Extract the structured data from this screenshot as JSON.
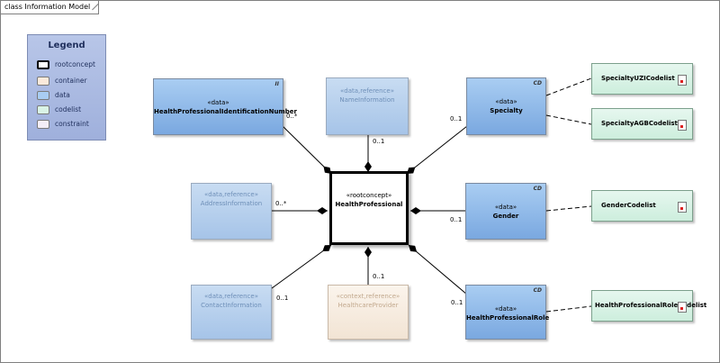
{
  "frame": {
    "title": "class Information Model"
  },
  "legend": {
    "title": "Legend",
    "items": [
      {
        "label": "rootconcept",
        "color": "#ffffff",
        "bold": true
      },
      {
        "label": "container",
        "color": "#fbeadb"
      },
      {
        "label": "data",
        "color": "#a9cdf2"
      },
      {
        "label": "codelist",
        "color": "#d9f3e6"
      },
      {
        "label": "constraint",
        "color": "#f3eef8"
      }
    ]
  },
  "nodes": {
    "root": {
      "stereotype": "«rootconcept»",
      "name": "HealthProfessional"
    },
    "identification": {
      "stereotype": "«data»",
      "name": "HealthProfessionalIdentificationNumber",
      "corner": "II"
    },
    "name_info": {
      "stereotype": "«data,reference»",
      "name": "NameInformation"
    },
    "specialty": {
      "stereotype": "«data»",
      "name": "Specialty",
      "corner": "CD"
    },
    "address": {
      "stereotype": "«data,reference»",
      "name": "AddressInformation"
    },
    "gender": {
      "stereotype": "«data»",
      "name": "Gender",
      "corner": "CD"
    },
    "contact": {
      "stereotype": "«data,reference»",
      "name": "ContactInformation"
    },
    "provider": {
      "stereotype": "«context,reference»",
      "name": "HealthcareProvider"
    },
    "role": {
      "stereotype": "«data»",
      "name": "HealthProfessionalRole",
      "corner": "CD"
    }
  },
  "codelists": {
    "uzi": "SpecialtyUZICodelist",
    "agb": "SpecialtyAGBCodelist",
    "gender": "GenderCodelist",
    "role": "HealthProfessionalRoleCodelist"
  },
  "multiplicities": {
    "identification": "0..*",
    "name_info": "0..1",
    "specialty": "0..1",
    "address": "0..*",
    "gender": "0..1",
    "contact": "0..1",
    "provider": "0..1",
    "role": "0..1"
  }
}
